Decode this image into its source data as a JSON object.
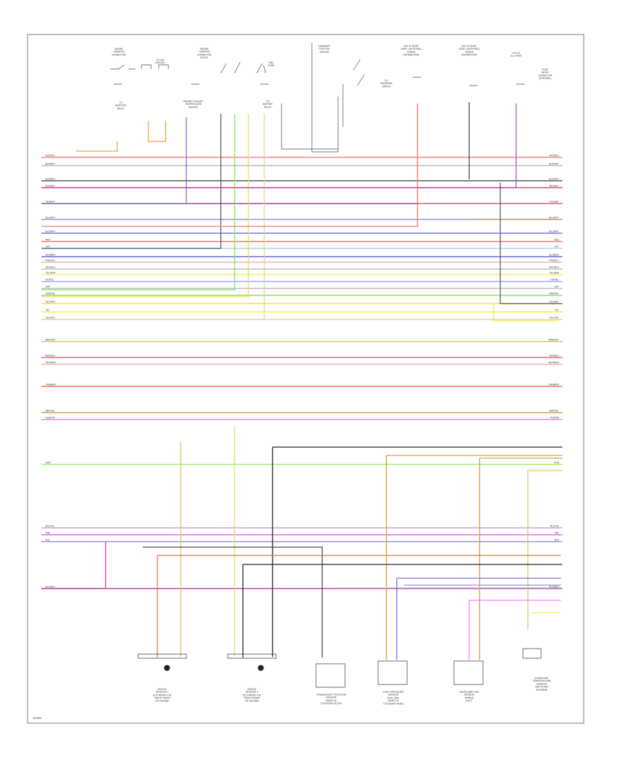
{
  "diagram": {
    "code": "SK6501",
    "top_labels": [
      "ENGINE\nHARNESS\nCONNECTOR",
      "TO LAB\nMODULE",
      "ENGINE\nHARNESS\nCONNECTOR\nSPLICE",
      "FUEL\nPUMP",
      "TO\nINJECTOR\nRELAY",
      "ENGINE COOLANT\nTEMPERATURE\nSENSOR",
      "TO\nBATTERY\nRELAY",
      "CAMSHAFT\nPOSITION\nSENSOR",
      "OIL\nPRESSURE\nSWITCH",
      "HOT IN START\nFUSE 1 (INTEGRAL)\nPOWER\nDISTRIBUTION",
      "HOT IN START\nFUSE 2 (INTEGRAL)\nPOWER\nDISTRIBUTION",
      "HOT AT\nALL TIMES",
      "FUSE\nBLOCK\nCONNECTOR\n(INTEGRAL)"
    ],
    "sensors": [
      "KNOCK\nSENSOR 1\n(CYLINDER 1-3)\nRIGHT REAR\nOF ENGINE",
      "KNOCK\nSENSOR 2\n(CYLINDER 4-6)\nRIGHT REAR\nOF ENGINE",
      "CRANKSHAFT POSITION\nSENSOR\nREAR OF\nCYLINDER BLOCK",
      "FUEL PRESSURE\nSENSOR\nFUEL RAIL\nREAR OF\nCYLINDER HEAD",
      "MASS AIRFLOW\nSENSOR\nINTAKE\nDUCT",
      "INTAKE AIR\nTEMPERATURE\nSENSOR\nAIR FILTER\nHOUSING"
    ],
    "wires": [
      {
        "color": "#f08080",
        "label": "RED/BLU"
      },
      {
        "color": "#b8b8b8",
        "label": "BLK/WHT"
      },
      {
        "color": "#555555",
        "label": "BLK/WHT"
      },
      {
        "color": "#e05050",
        "label": "RED/BLU"
      },
      {
        "color": "#a040a0",
        "label": "VIO/WHT"
      },
      {
        "color": "#9090f0",
        "label": "BLU/WHT"
      },
      {
        "color": "#7070e0",
        "label": "BLU/WHT"
      },
      {
        "color": "#f07070",
        "label": "RED"
      },
      {
        "color": "#c8c8c8",
        "label": "GRY"
      },
      {
        "color": "#6060e0",
        "label": "BLU/BRN"
      },
      {
        "color": "#f4b0b0",
        "label": "PNK/BLU"
      },
      {
        "color": "#c0c0c0",
        "label": "WHT/BLU"
      },
      {
        "color": "#f0f060",
        "label": "YEL/GRN"
      },
      {
        "color": "#9ab0ff",
        "label": "VIO/YEL"
      },
      {
        "color": "#bbbbbb",
        "label": "GRY"
      },
      {
        "color": "#80e060",
        "label": "GRN/YEL"
      },
      {
        "color": "#f0e040",
        "label": "YEL/WHT"
      },
      {
        "color": "#f0f040",
        "label": "YEL"
      },
      {
        "color": "#dddd80",
        "label": "YEL/GRY"
      },
      {
        "color": "#e0c070",
        "label": "BRN/GRY"
      },
      {
        "color": "#f06080",
        "label": "RED/BLU"
      },
      {
        "color": "#f0b0a0",
        "label": "WHT/BRN"
      },
      {
        "color": "#f07040",
        "label": "ORN/BRN"
      },
      {
        "color": "#d0a040",
        "label": "BRN/YEL"
      },
      {
        "color": "#f080f0",
        "label": "VIO/PNK"
      },
      {
        "color": "#a0f070",
        "label": "GRN"
      },
      {
        "color": "#c0a0e0",
        "label": "BLU/VIO"
      },
      {
        "color": "#f060f0",
        "label": "PNK"
      },
      {
        "color": "#9090f0",
        "label": "BLU"
      },
      {
        "color": "#c040a0",
        "label": "BLU/RED"
      }
    ]
  }
}
